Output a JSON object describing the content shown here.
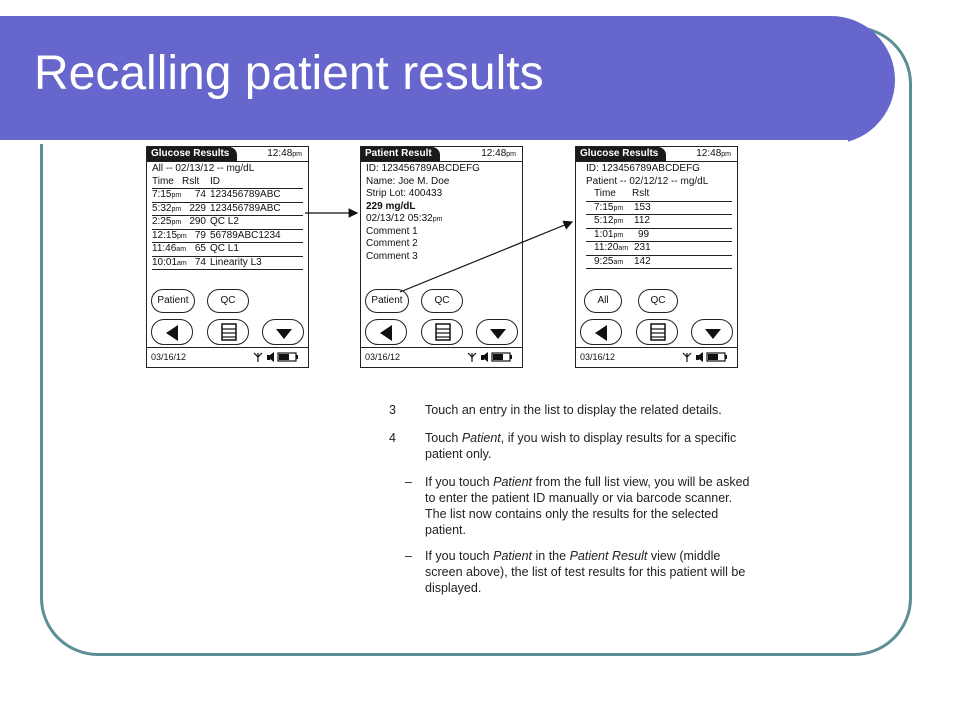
{
  "slide": {
    "title": "Recalling patient results",
    "colors": {
      "banner": "#6666cc",
      "frame": "#5b8f94"
    }
  },
  "screens": [
    {
      "tab_title": "Glucose Results",
      "time_main": "12:48",
      "time_suffix": "pm",
      "filter_line": "All -- 02/13/12 -- mg/dL",
      "columns": [
        "Time",
        "Rslt",
        "ID"
      ],
      "rows": [
        {
          "time": "7:15",
          "suffix": "pm",
          "result": "74",
          "id": "123456789ABC"
        },
        {
          "time": "5:32",
          "suffix": "pm",
          "result": "229",
          "id": "123456789ABC"
        },
        {
          "time": "2:25",
          "suffix": "pm",
          "result": "290",
          "id": "QC L2"
        },
        {
          "time": "12:15",
          "suffix": "pm",
          "result": "79",
          "id": "56789ABC1234"
        },
        {
          "time": "11:46",
          "suffix": "am",
          "result": "65",
          "id": "QC L1"
        },
        {
          "time": "10:01",
          "suffix": "am",
          "result": "74",
          "id": "Linearity L3"
        }
      ],
      "buttons": [
        "Patient",
        "QC"
      ],
      "nav": [
        "left-arrow-icon",
        "list-icon",
        "down-arrow-icon"
      ],
      "date": "03/16/12"
    },
    {
      "tab_title": "Patient Result",
      "time_main": "12:48",
      "time_suffix": "pm",
      "lines": {
        "id": "ID: 123456789ABCDEFG",
        "name": "Name: Joe M. Doe",
        "strip_lot": "Strip Lot: 400433",
        "result": "229 mg/dL",
        "datetime_main": "02/13/12 05:32",
        "datetime_suffix": "pm",
        "comment1": "Comment 1",
        "comment2": "Comment 2",
        "comment3": "Comment 3"
      },
      "buttons": [
        "Patient",
        "QC"
      ],
      "date": "03/16/12"
    },
    {
      "tab_title": "Glucose Results",
      "time_main": "12:48",
      "time_suffix": "pm",
      "id_line": "ID: 123456789ABCDEFG",
      "filter_line": "Patient -- 02/12/12 -- mg/dL",
      "columns": [
        "Time",
        "Rslt"
      ],
      "rows": [
        {
          "time": "7:15",
          "suffix": "pm",
          "result": "153"
        },
        {
          "time": "5:12",
          "suffix": "pm",
          "result": "112"
        },
        {
          "time": "1:01",
          "suffix": "pm",
          "result": "99"
        },
        {
          "time": "11:20",
          "suffix": "am",
          "result": "231"
        },
        {
          "time": "9:25",
          "suffix": "am",
          "result": "142"
        }
      ],
      "buttons": [
        "All",
        "QC"
      ],
      "date": "03/16/12"
    }
  ],
  "instructions": {
    "step3": {
      "num": "3",
      "text": "Touch an entry in the list to display the related details."
    },
    "step4": {
      "num": "4",
      "pre": "Touch ",
      "em": "Patient",
      "post": ", if you wish to display results for a specific patient only."
    },
    "bullet1": {
      "dash": "–",
      "pre": "If you touch ",
      "em": "Patient",
      "post": " from the full list view, you will be asked to enter the patient ID manually or via barcode scanner. The list now contains only the results for the selected patient."
    },
    "bullet2": {
      "dash": "–",
      "pre": "If you touch ",
      "em": "Patient",
      "mid": " in the ",
      "em2": "Patient Result",
      "post": " view (middle screen above), the list of test results for this patient will be displayed."
    }
  }
}
